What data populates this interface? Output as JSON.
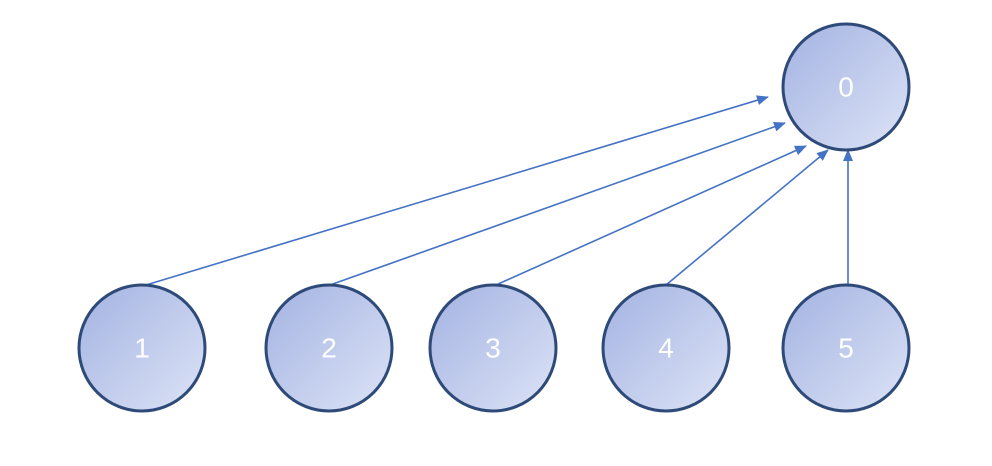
{
  "colors": {
    "node_fill_light": "#dde4f6",
    "node_fill_dark": "#a3b2e2",
    "node_stroke": "#2e4a78",
    "edge": "#4472c4",
    "label": "#ffffff"
  },
  "nodes": [
    {
      "id": "n0",
      "label": "0"
    },
    {
      "id": "n1",
      "label": "1"
    },
    {
      "id": "n2",
      "label": "2"
    },
    {
      "id": "n3",
      "label": "3"
    },
    {
      "id": "n4",
      "label": "4"
    },
    {
      "id": "n5",
      "label": "5"
    }
  ],
  "edges": [
    {
      "from": "n1",
      "to": "n0"
    },
    {
      "from": "n2",
      "to": "n0"
    },
    {
      "from": "n3",
      "to": "n0"
    },
    {
      "from": "n4",
      "to": "n0"
    },
    {
      "from": "n5",
      "to": "n0"
    }
  ]
}
